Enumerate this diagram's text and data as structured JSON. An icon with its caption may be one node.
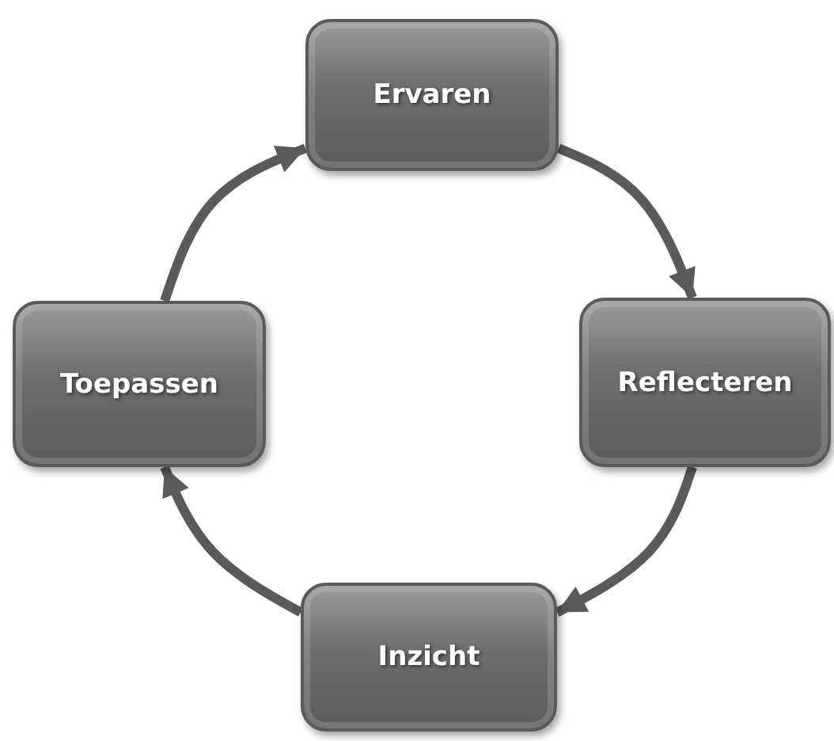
{
  "diagram": {
    "nodes": [
      {
        "text": [
          "Ervaren"
        ]
      },
      {
        "text": [
          "Reflecteren"
        ]
      },
      {
        "text": [
          "Inzicht"
        ]
      },
      {
        "text": [
          "Toepassen"
        ]
      }
    ],
    "edges": [
      {
        "from": 0,
        "to": 1,
        "arrow": "to"
      },
      {
        "from": 1,
        "to": 2,
        "arrow": "to"
      },
      {
        "from": 2,
        "to": 3,
        "arrow": "to"
      },
      {
        "from": 3,
        "to": 0,
        "arrow": "to"
      }
    ]
  }
}
